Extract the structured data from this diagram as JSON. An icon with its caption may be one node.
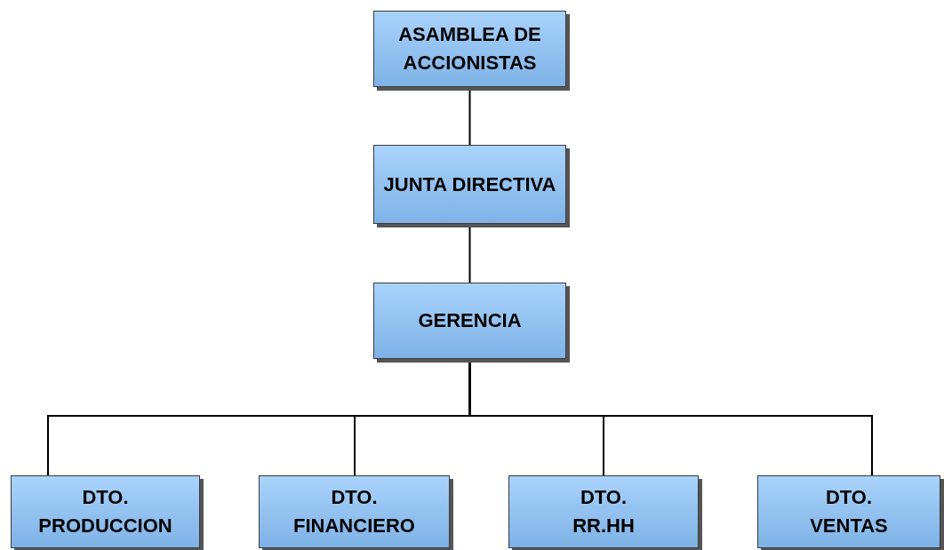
{
  "diagram": {
    "nodes": [
      {
        "text": [
          "ASAMBLEA DE ACCIONISTAS"
        ]
      },
      {
        "text": [
          "JUNTA DIRECTIVA"
        ]
      },
      {
        "text": [
          "GERENCIA"
        ]
      },
      {
        "text": [
          "DTO. PRODUCCION"
        ]
      },
      {
        "text": [
          "DTO. FINANCIERO"
        ]
      },
      {
        "text": [
          "DTO. RR.HH"
        ]
      },
      {
        "text": [
          "DTO. VENTAS"
        ]
      }
    ],
    "edges": [
      {
        "from": 0,
        "to": 1,
        "arrow": "none"
      },
      {
        "from": 1,
        "to": 2,
        "arrow": "none"
      },
      {
        "from": 2,
        "to": 3,
        "arrow": "none"
      },
      {
        "from": 2,
        "to": 4,
        "arrow": "none"
      },
      {
        "from": 2,
        "to": 5,
        "arrow": "none"
      },
      {
        "from": 2,
        "to": 6,
        "arrow": "none"
      }
    ]
  }
}
